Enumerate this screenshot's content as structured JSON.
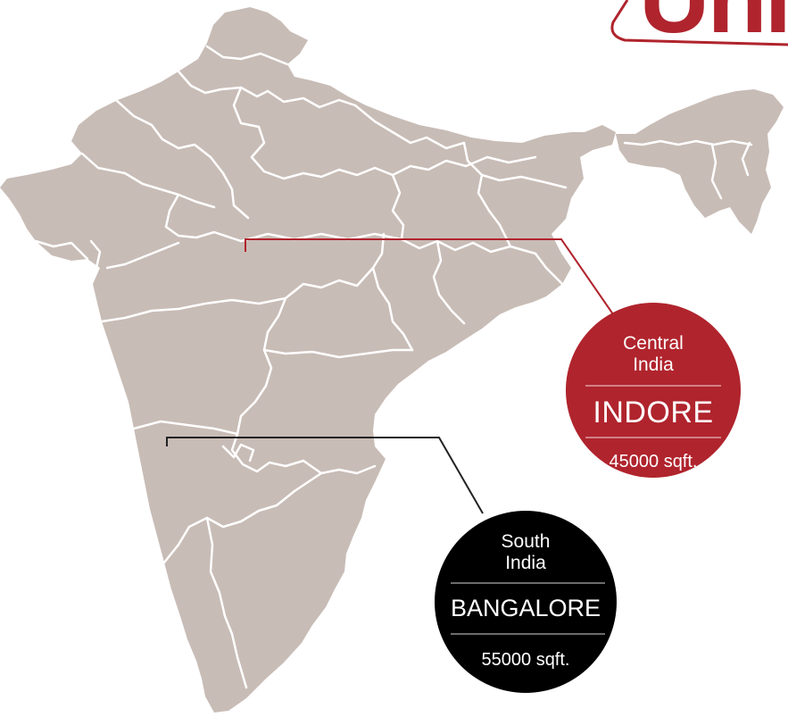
{
  "colors": {
    "land": "#c8bcb6",
    "border": "#ffffff",
    "accent_red": "#b0242d",
    "black": "#000000"
  },
  "logo": {
    "text": "Uni"
  },
  "locations": [
    {
      "region_line1": "Central",
      "region_line2": "India",
      "city": "INDORE",
      "area": "45000 sqft.",
      "color": "#b0242d"
    },
    {
      "region_line1": "South",
      "region_line2": "India",
      "city": "BANGALORE",
      "area": "55000 sqft.",
      "color": "#000000"
    }
  ]
}
